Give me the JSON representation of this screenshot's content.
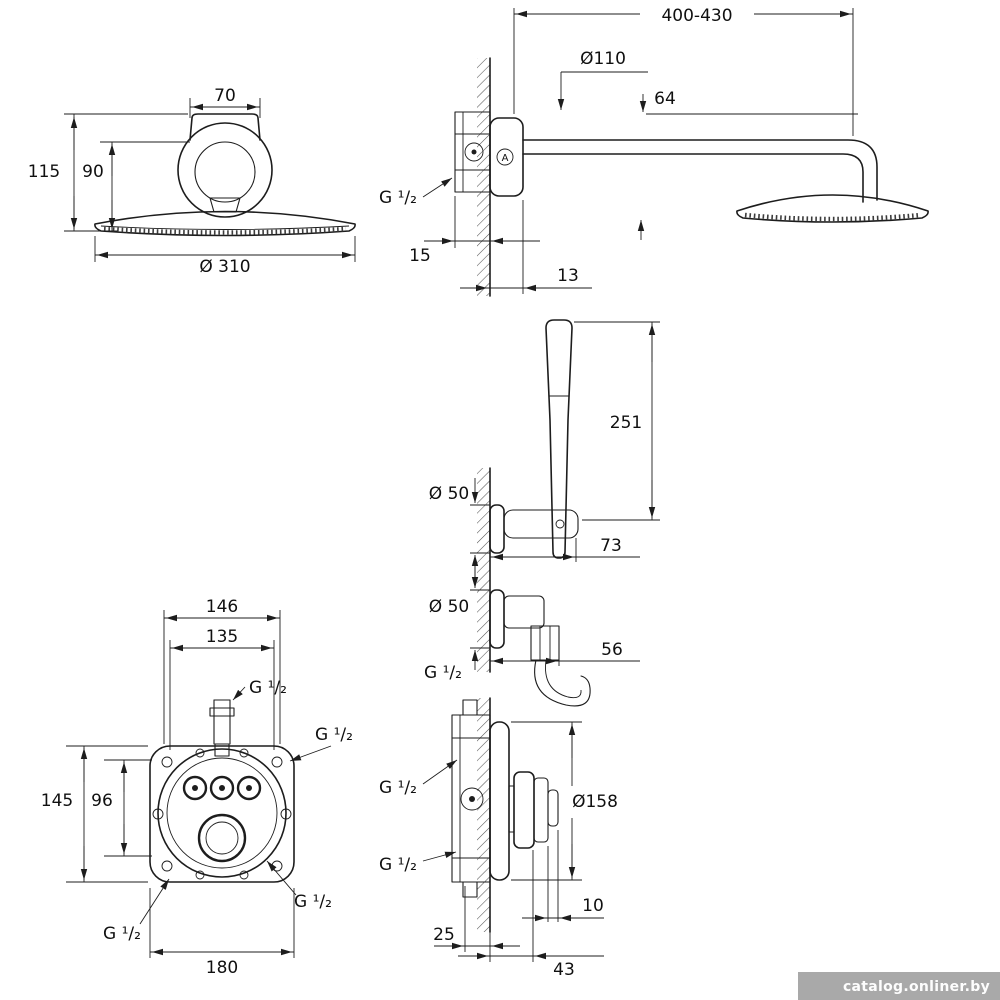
{
  "meta": {
    "background": "#ffffff",
    "line_color": "#1d1d1d",
    "watermark_bg": "#a9a9a9",
    "watermark": "catalog.onliner.by"
  },
  "head_front_view": {
    "bracket_width": "70",
    "height_total": "115",
    "height_body": "90",
    "head_diameter": "Ø 310"
  },
  "head_side_view": {
    "arm_length": "400-430",
    "wall_rose_diameter": "Ø110",
    "head_drop": "64",
    "thread": "G ¹/₂",
    "rough_in_depth": "15",
    "rose_depth": "13",
    "rose_label": "A"
  },
  "hand_shower_view": {
    "hand_shower_length": "251",
    "holder_rose_diameter": "Ø 50",
    "holder_reach": "73",
    "outlet_rose_diameter": "Ø 50",
    "outlet_reach": "56",
    "outlet_thread": "G ¹/₂"
  },
  "mixer_front_view": {
    "plate_width": "146",
    "inner_width": "135",
    "thread_top": "G ¹/₂",
    "thread_right": "G ¹/₂",
    "box_height": "145",
    "inner_height": "96",
    "thread_bottom_right": "G ¹/₂",
    "thread_bottom_left": "G ¹/₂",
    "box_width": "180"
  },
  "mixer_side_view": {
    "thread_top": "G ¹/₂",
    "plate_diameter": "Ø158",
    "thread_bottom": "G ¹/₂",
    "knob_depth": "10",
    "min_depth": "25",
    "projection": "43"
  }
}
